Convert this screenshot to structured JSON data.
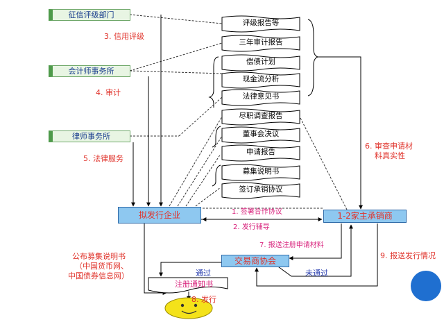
{
  "colors": {
    "red": "#e0332b",
    "blue_text": "#2a3fb0",
    "magenta": "#d9267e",
    "box_fill": "#8ec8f0",
    "box_border": "#2e6aa8",
    "green_fill": "#e8f5e3",
    "circle": "#1f6fd0",
    "smiley": "#f4e21a"
  },
  "left_boxes": {
    "rating": "征信评级部门",
    "accounting": "会计师事务所",
    "law": "律师事务所"
  },
  "documents": [
    "评级报告等",
    "三年审计报告",
    "偿债计划",
    "现金流分析",
    "法律意见书",
    "尽职调查报告",
    "董事会决议",
    "申请报告",
    "募集说明书",
    "签订承销协议"
  ],
  "nodes": {
    "issuer": "拟发行企业",
    "underwriter": "1-2家主承销商",
    "association": "交易商协会",
    "notice": "注册通知书"
  },
  "steps": {
    "s3": "3. 信用评级",
    "s4": "4. 审计",
    "s5": "5. 法律服务",
    "s1": "1. 签署合作协议",
    "s2": "2. 发行辅导",
    "s6a": "6. 审查申请材",
    "s6b": "料真实性",
    "s7": "7. 报送注册申请材料",
    "s9": "9. 报送发行情况",
    "pass": "通过",
    "fail": "未通过",
    "s8": "8. 发行"
  },
  "publish": [
    "公布募集说明书",
    "（中国货币网、",
    "中国债券信息网）"
  ],
  "icons": {
    "smiley": "smiley-face-icon",
    "circle": "blue-circle-icon"
  }
}
